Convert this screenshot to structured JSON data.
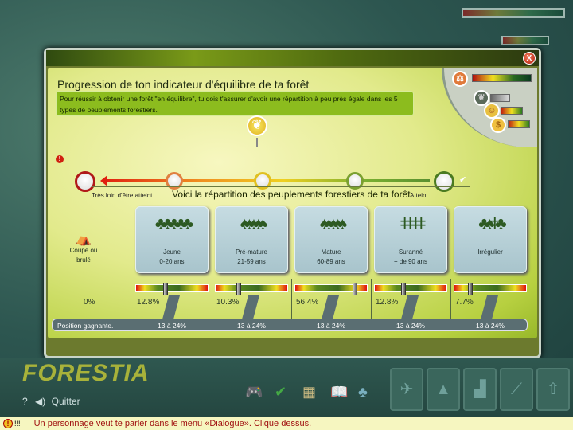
{
  "dialog": {
    "close_label": "X",
    "title": "Progression de ton indicateur d'équilibre de ta forêt",
    "info": "Pour réussir à obtenir une forêt \"en équilibre\", tu dois t'assurer d'avoir une répartition à peu près égale dans les 5 types de peuplements forestiers.",
    "scale_left": "Très loin d'être atteint",
    "scale_right": "Atteint",
    "heading": "Voici la répartition des peuplements forestiers de ta forêt.",
    "cut": {
      "label1": "Coupé ou",
      "label2": "brulé",
      "pct": "0%"
    },
    "stands": [
      {
        "line1": "Jeune",
        "line2": "0-20 ans",
        "pct": "12.8%",
        "marker": 0.4,
        "goal": "13 à 24%"
      },
      {
        "line1": "Pré-mature",
        "line2": "21-59 ans",
        "pct": "10.3%",
        "marker": 0.3,
        "goal": "13 à 24%"
      },
      {
        "line1": "Mature",
        "line2": "60-89 ans",
        "pct": "56.4%",
        "marker": 0.84,
        "goal": "13 à 24%"
      },
      {
        "line1": "Suranné",
        "line2": "+ de 90 ans",
        "pct": "12.8%",
        "marker": 0.38,
        "goal": "13 à 24%"
      },
      {
        "line1": "Irrégulier",
        "line2": "",
        "pct": "7.7%",
        "marker": 0.2,
        "goal": "13 à 24%"
      }
    ],
    "winning_label": "Position gagnante."
  },
  "bottom": {
    "logo": "FORESTIA",
    "help": "?",
    "quit": "Quitter"
  },
  "status": {
    "prefix": "!!!",
    "message": "Un personnage veut te parler dans le menu «Dialogue». Clique dessus."
  }
}
